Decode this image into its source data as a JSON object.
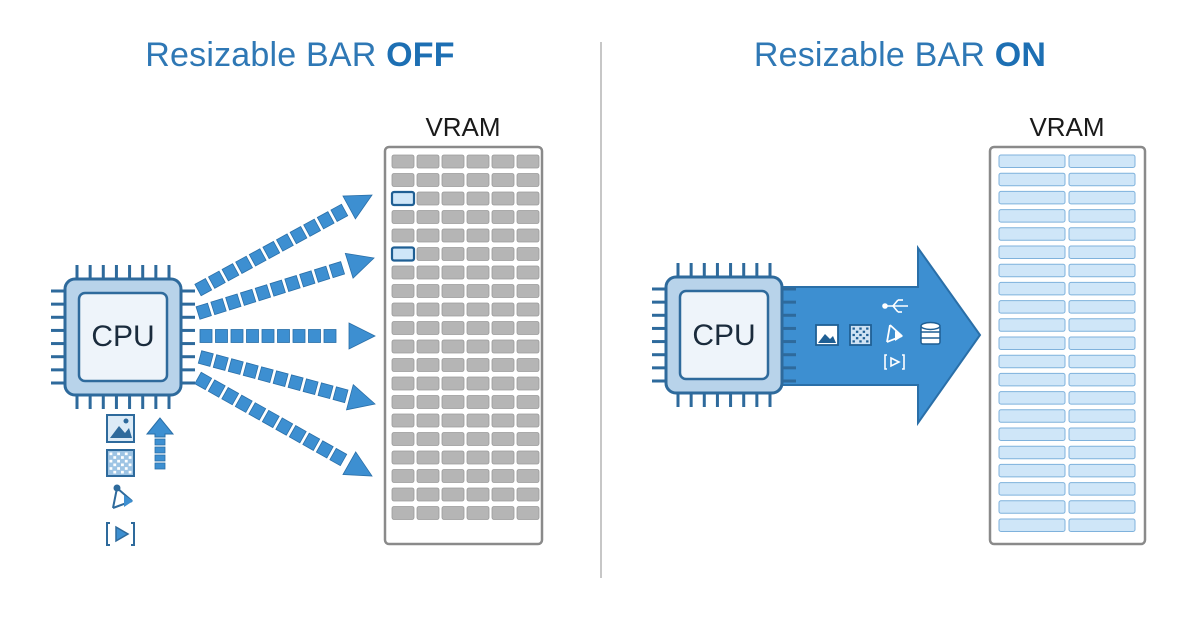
{
  "panels": [
    {
      "title_prefix": "Resizable BAR ",
      "title_state": "OFF",
      "vram_label": "VRAM",
      "cpu_label": "CPU"
    },
    {
      "title_prefix": "Resizable BAR ",
      "title_state": "ON",
      "vram_label": "VRAM",
      "cpu_label": "CPU"
    }
  ],
  "colors": {
    "accent": "#3d8fd1",
    "accent_dark": "#1f5f94",
    "cell_gray": "#b5b5b5",
    "cell_blue": "#cfe6f8",
    "frame": "#8a8a8a"
  },
  "icons": [
    "image-icon",
    "texture-icon",
    "shader-icon",
    "video-icon",
    "database-icon",
    "usb-icon",
    "upload-arrow-icon"
  ]
}
